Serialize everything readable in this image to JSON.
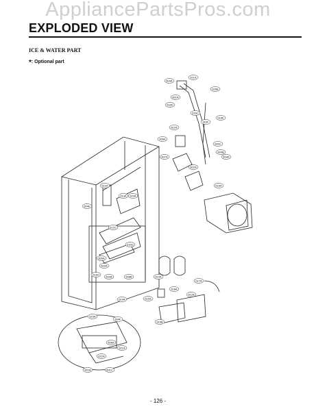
{
  "watermark": "AppliancePartsPros.com",
  "title": "EXPLODED VIEW",
  "section_title": "ICE & WATER PART",
  "note": {
    "symbol": "*",
    "text": ": Optional part"
  },
  "page_number": "- 126 -",
  "callouts": [
    "604A",
    "611A",
    "616B",
    "616D",
    "601A",
    "616C",
    "616E",
    "612A",
    "616F",
    "606A",
    "604C",
    "604B",
    "607A",
    "602A",
    "604D",
    "616A",
    "610A",
    "613A",
    "604E",
    "620A",
    "612C",
    "616G",
    "605A",
    "609A",
    "620B",
    "608B",
    "616H",
    "619A",
    "617A",
    "618A",
    "615A",
    "614A",
    "612B",
    "615B",
    "623A",
    "604F",
    "608A",
    "621A",
    "622A",
    "601B",
    "601C"
  ]
}
